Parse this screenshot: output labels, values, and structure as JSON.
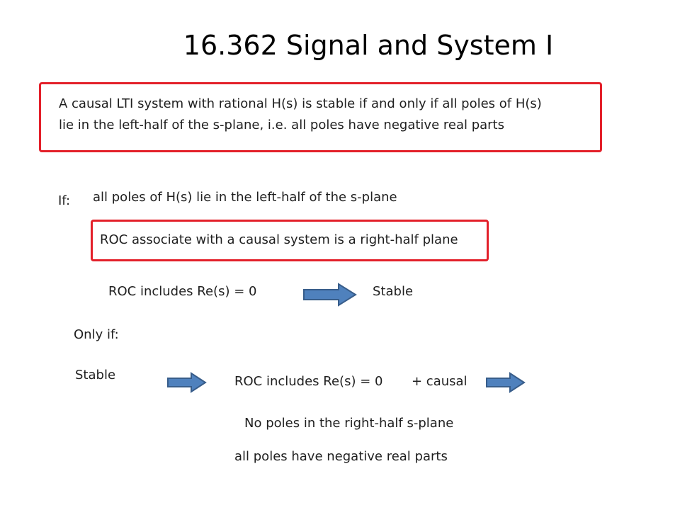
{
  "slide": {
    "title": "16.362 Signal and System I",
    "theorem": {
      "line1": "A causal LTI system with rational H(s) is stable if and only if all poles of H(s)",
      "line2": "lie in the left-half  of the s-plane, i.e. all poles have negative real parts"
    },
    "if_section": {
      "label": "If:",
      "condition": "all poles of H(s) lie in the left-half  of the s-plane",
      "roc_box": "ROC associate with a causal system is a right-half plane",
      "premise": "ROC includes Re(s) = 0",
      "conclusion": "Stable"
    },
    "only_if_section": {
      "label": "Only if:",
      "premise": "Stable",
      "step1": "ROC includes Re(s) = 0",
      "step1_extra": "+ causal",
      "result1": "No poles in the right-half s-plane",
      "result2": "all poles have negative real parts"
    },
    "colors": {
      "box_border": "#e3202a",
      "arrow_fill": "#4f81bd",
      "arrow_stroke": "#385d8a"
    }
  }
}
